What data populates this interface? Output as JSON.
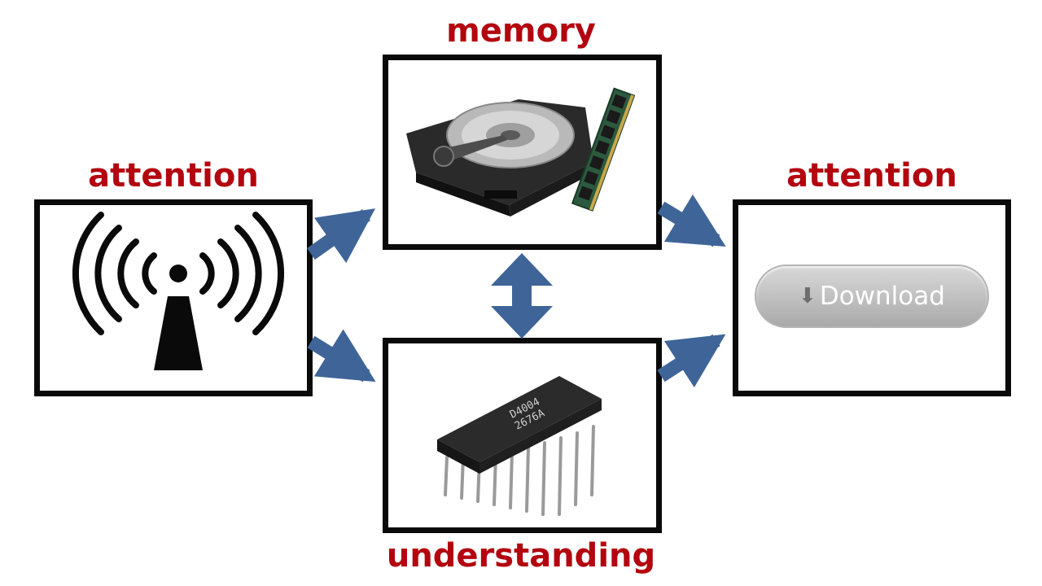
{
  "diagram": {
    "left_title": "attention",
    "top_title": "memory",
    "bottom_title": "understanding",
    "right_title": "attention",
    "download_label": "Download",
    "chip_marking_line1": "D4004",
    "chip_marking_line2": "2676A"
  },
  "colors": {
    "title": "#b3040f",
    "arrow": "#3f6598",
    "border": "#0a0a0a"
  },
  "icons": {
    "left": "wireless-antenna-icon",
    "top": "hard-drive-and-ram-icon",
    "bottom": "microchip-icon",
    "right": "download-icon"
  }
}
